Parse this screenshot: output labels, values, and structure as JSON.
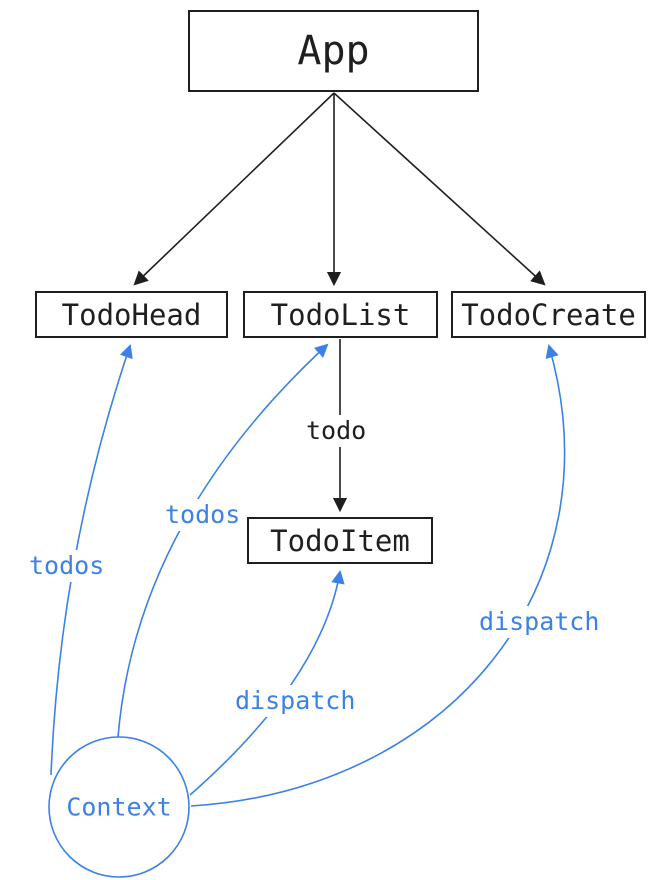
{
  "diagram": {
    "title_hint": "React todo-app component tree with Context",
    "colors": {
      "ink": "#1f1f1f",
      "accent_blue": "#3b82e4",
      "background": "#ffffff"
    },
    "nodes": {
      "app": {
        "label": "App"
      },
      "todo_head": {
        "label": "TodoHead"
      },
      "todo_list": {
        "label": "TodoList"
      },
      "todo_create": {
        "label": "TodoCreate"
      },
      "todo_item": {
        "label": "TodoItem"
      },
      "context": {
        "label": "Context"
      }
    },
    "edges": {
      "app_to_todohead": {
        "label": ""
      },
      "app_to_todolist": {
        "label": ""
      },
      "app_to_todocreate": {
        "label": ""
      },
      "todolist_to_todoitem": {
        "label": "todo"
      },
      "context_to_todohead": {
        "label": "todos"
      },
      "context_to_todolist": {
        "label": "todos"
      },
      "context_to_todoitem": {
        "label": "dispatch"
      },
      "context_to_todocreate": {
        "label": "dispatch"
      }
    }
  }
}
